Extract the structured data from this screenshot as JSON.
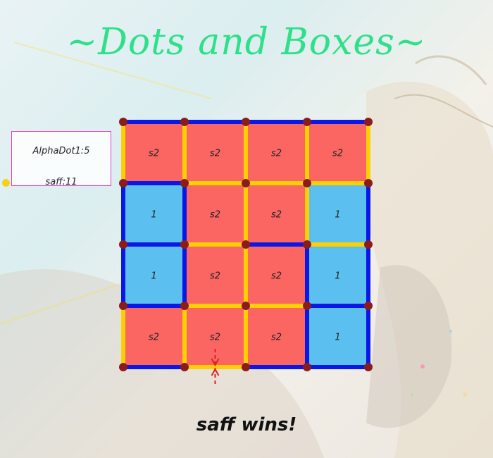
{
  "title": "~Dots and Boxes~",
  "scoreboard": {
    "player1": "AlphaDot1:5",
    "player2": "saff:11"
  },
  "result": "saff wins!",
  "colors": {
    "title": "#2fe08a",
    "box_s2": "#fb6663",
    "box_1": "#5bc0f0",
    "line_yellow": "#ffd000",
    "line_blue": "#0a18e6",
    "dot": "#8b1c1c",
    "last_move_marker": "#e02020"
  },
  "board": {
    "rows": 4,
    "cols": 4,
    "boxes": [
      [
        "s2",
        "s2",
        "s2",
        "s2"
      ],
      [
        "1",
        "s2",
        "s2",
        "1"
      ],
      [
        "1",
        "s2",
        "s2",
        "1"
      ],
      [
        "s2",
        "s2",
        "s2",
        "1"
      ]
    ],
    "h_lines": [
      [
        "blue",
        "blue",
        "blue",
        "blue"
      ],
      [
        "blue",
        "yellow",
        "yellow",
        "yellow"
      ],
      [
        "blue",
        "yellow",
        "blue",
        "yellow"
      ],
      [
        "blue",
        "yellow",
        "yellow",
        "blue"
      ],
      [
        "blue",
        "yellow",
        "blue",
        "blue"
      ]
    ],
    "v_lines": [
      [
        "yellow",
        "yellow",
        "yellow",
        "yellow",
        "yellow"
      ],
      [
        "blue",
        "blue",
        "yellow",
        "yellow",
        "blue"
      ],
      [
        "blue",
        "blue",
        "yellow",
        "blue",
        "blue"
      ],
      [
        "yellow",
        "yellow",
        "yellow",
        "blue",
        "blue"
      ]
    ],
    "last_move": {
      "type": "h",
      "row": 4,
      "col": 1
    }
  }
}
